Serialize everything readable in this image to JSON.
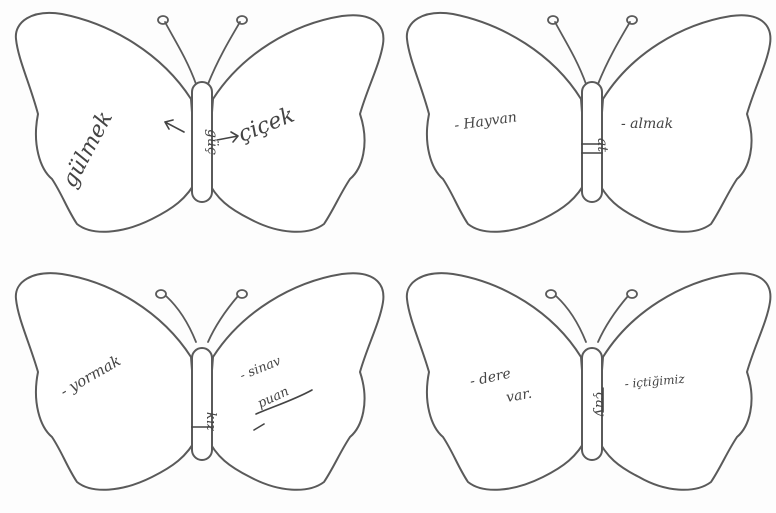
{
  "worksheet": {
    "butterflies": [
      {
        "body_text": "güç",
        "left_wing": [
          "gülmek"
        ],
        "right_wing": [
          "çiçek"
        ]
      },
      {
        "body_text": "at",
        "left_wing": [
          "- Hayvan"
        ],
        "right_wing": [
          "- almak"
        ]
      },
      {
        "body_text": "kız",
        "left_wing": [
          "- yormak"
        ],
        "right_wing": [
          "- sinav",
          "puan"
        ]
      },
      {
        "body_text": "çay",
        "left_wing": [
          "- dere",
          "var."
        ],
        "right_wing": [
          "- içtiğimiz"
        ]
      }
    ]
  }
}
